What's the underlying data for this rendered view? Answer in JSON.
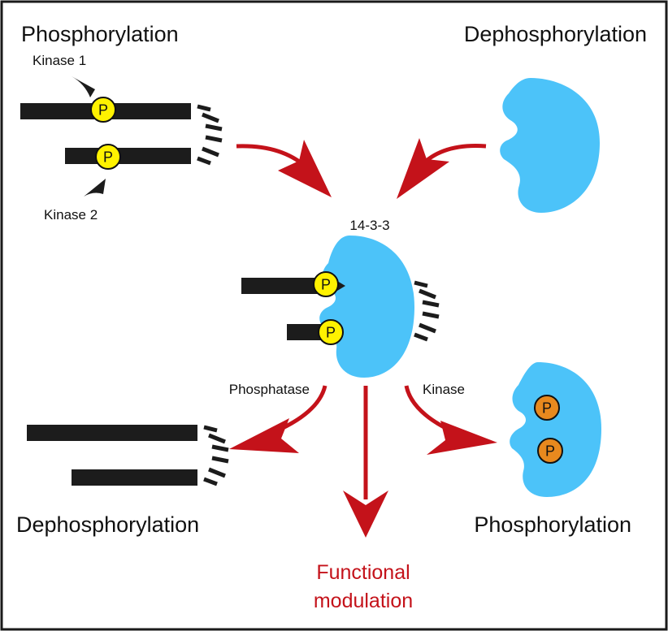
{
  "labels": {
    "top_left": "Phosphorylation",
    "top_right": "Dephosphorylation",
    "kinase1": "Kinase 1",
    "kinase2": "Kinase 2",
    "complex": "14-3-3",
    "phosphatase": "Phosphatase",
    "kinase": "Kinase",
    "bottom_left": "Dephosphorylation",
    "bottom_right": "Phosphorylation",
    "functional_line1": "Functional",
    "functional_line2": "modulation",
    "p": "P"
  },
  "colors": {
    "protein_blue": "#4CC3F9",
    "phospho_yellow": "#FFF200",
    "phospho_orange": "#E8891E",
    "arrow_red": "#C4121A",
    "strand_black": "#1c1c1c",
    "functional_text": "#C4121A"
  },
  "icons": [
    "kinase-arrowhead-icon",
    "phosphate-p-icon",
    "fringe-marks-icon",
    "reaction-arrow-icon"
  ]
}
